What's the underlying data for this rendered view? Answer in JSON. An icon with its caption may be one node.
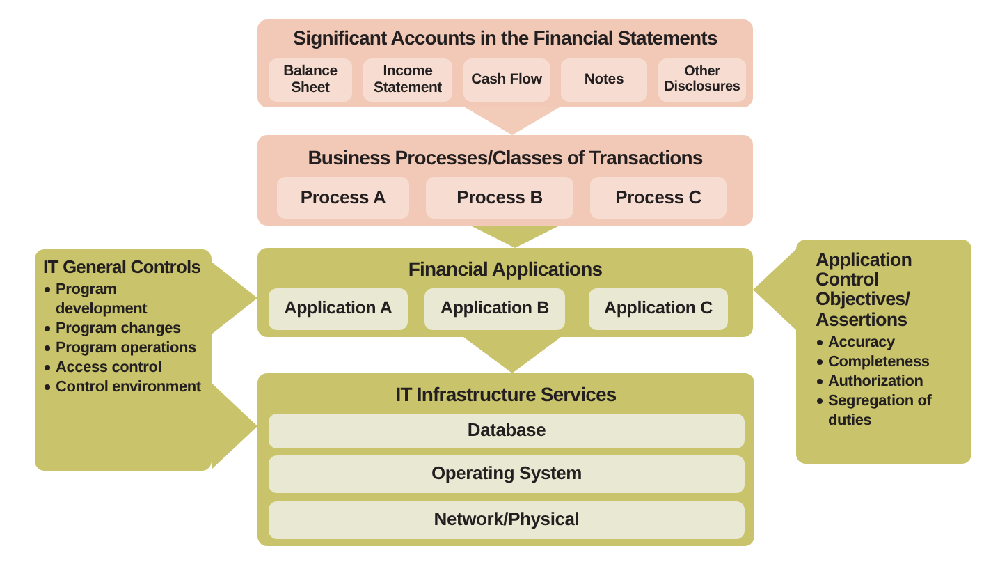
{
  "diagram": {
    "nodes": [
      {
        "text": [
          "Significant Accounts in the Financial Statements"
        ]
      },
      {
        "text": [
          "Balance Sheet"
        ],
        "in": 0
      },
      {
        "text": [
          "Income Statement"
        ],
        "in": 0
      },
      {
        "text": [
          "Cash Flow"
        ],
        "in": 0
      },
      {
        "text": [
          "Notes"
        ],
        "in": 0
      },
      {
        "text": [
          "Other Disclosures"
        ],
        "in": 0
      },
      {
        "text": [
          "Business Processes/Classes of Transactions"
        ]
      },
      {
        "text": [
          "Process A"
        ],
        "in": 6
      },
      {
        "text": [
          "Process B"
        ],
        "in": 6
      },
      {
        "text": [
          "Process C"
        ],
        "in": 6
      },
      {
        "text": [
          "IT General Controls",
          "Program development",
          "Program changes",
          "Program operations",
          "Access control",
          "Control environment"
        ]
      },
      {
        "text": [
          "Financial Applications"
        ]
      },
      {
        "text": [
          "Application A"
        ],
        "in": 11
      },
      {
        "text": [
          "Application B"
        ],
        "in": 11
      },
      {
        "text": [
          "Application C"
        ],
        "in": 11
      },
      {
        "text": [
          "Application Control Objectives/ Assertions",
          "Accuracy",
          "Completeness",
          "Authorization",
          "Segregation of duties"
        ]
      },
      {
        "text": [
          "IT Infrastructure Services"
        ]
      },
      {
        "text": [
          "Database"
        ],
        "in": 16
      },
      {
        "text": [
          "Operating System"
        ],
        "in": 16
      },
      {
        "text": [
          "Network/Physical"
        ],
        "in": 16
      }
    ],
    "edges": [
      {
        "from": 0,
        "to": 6,
        "arrow": "to",
        "color": "#f2cbb9"
      },
      {
        "from": 6,
        "to": 11,
        "arrow": "to"
      },
      {
        "from": 11,
        "to": 16,
        "arrow": "to"
      },
      {
        "from": 10,
        "to": 11,
        "arrow": "to"
      },
      {
        "from": 10,
        "to": 16,
        "arrow": "to"
      },
      {
        "from": 15,
        "to": 11,
        "arrow": "to"
      }
    ]
  }
}
